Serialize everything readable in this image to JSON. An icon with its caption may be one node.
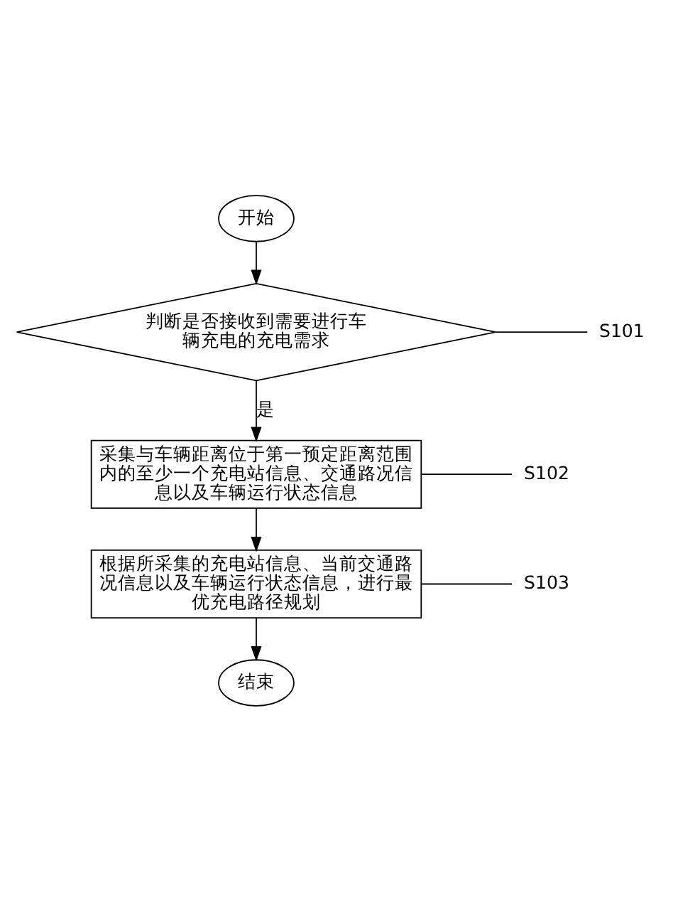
{
  "diagram": {
    "nodes": [
      {
        "text": [
          "开始"
        ]
      },
      {
        "text": [
          "判断是否接收到需要进行车辆充电的充电需求"
        ]
      },
      {
        "text": [
          "S101"
        ]
      },
      {
        "text": [
          "采集与车辆距离位于第一预定距离范围内的至少一个充电站信息、交通路况信息以及车辆运行状态信息"
        ]
      },
      {
        "text": [
          "S102"
        ]
      },
      {
        "text": [
          "根据所采集的充电站信息、当前交通路况信息以及车辆运行状态信息，进行最优充电路径规划"
        ]
      },
      {
        "text": [
          "S103"
        ]
      },
      {
        "text": [
          "结束"
        ]
      }
    ],
    "edges": [
      {
        "from": 0,
        "to": 1,
        "arrow": "to"
      },
      {
        "from": 1,
        "to": 3,
        "arrow": "to",
        "label": "是"
      },
      {
        "from": 3,
        "to": 5,
        "arrow": "to"
      },
      {
        "from": 5,
        "to": 7,
        "arrow": "to"
      },
      {
        "from": 2,
        "to": 1,
        "arrow": "none"
      },
      {
        "from": 4,
        "to": 3,
        "arrow": "none"
      },
      {
        "from": 6,
        "to": 5,
        "arrow": "none"
      }
    ]
  }
}
